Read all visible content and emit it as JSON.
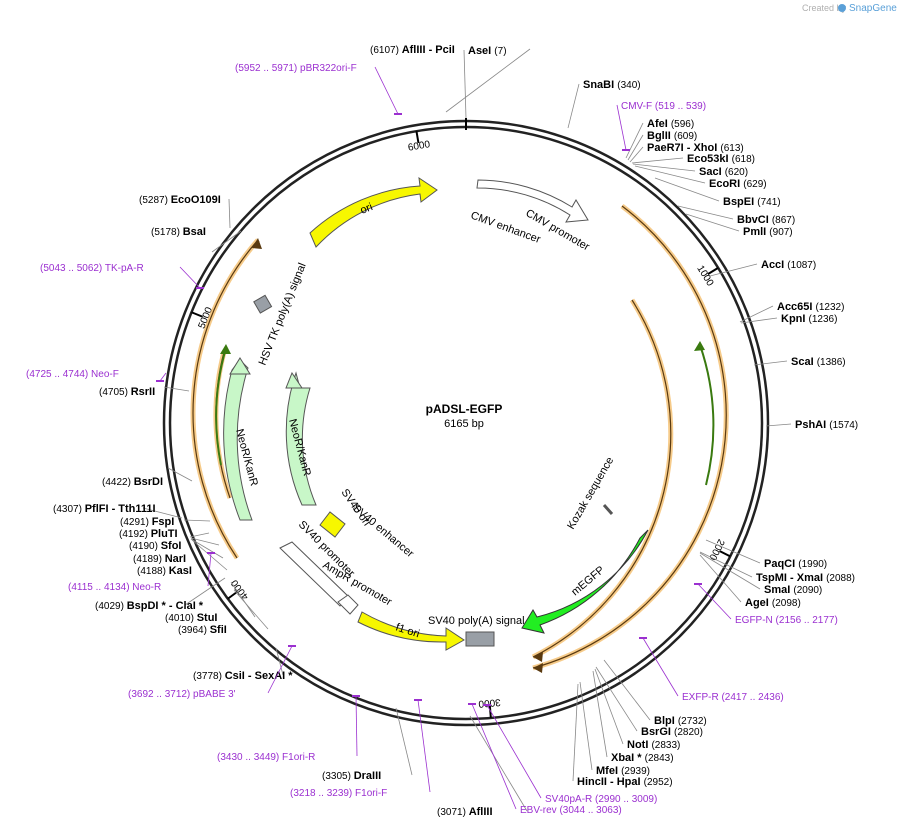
{
  "brand": {
    "created_by": "Created by",
    "app": "SnapGene"
  },
  "plasmid": {
    "name": "pADSL-EGFP",
    "length": "6165 bp",
    "total_bp": 6165
  },
  "ticks": [
    {
      "pos": 1000,
      "label": "1000"
    },
    {
      "pos": 2000,
      "label": "2000"
    },
    {
      "pos": 3000,
      "label": "3000"
    },
    {
      "pos": 4000,
      "label": "4000"
    },
    {
      "pos": 5000,
      "label": "5000"
    },
    {
      "pos": 6000,
      "label": "6000"
    }
  ],
  "enzymes": [
    {
      "name": "AseI",
      "pos": "(7)",
      "bp": 7
    },
    {
      "name": "SnaBI",
      "pos": "(340)",
      "bp": 340
    },
    {
      "name": "AfeI",
      "pos": "(596)",
      "bp": 596
    },
    {
      "name": "BglII",
      "pos": "(609)",
      "bp": 609
    },
    {
      "name": "PaeR7I  - XhoI",
      "pos": "(613)",
      "bp": 613
    },
    {
      "name": "Eco53kI",
      "pos": "(618)",
      "bp": 618
    },
    {
      "name": "SacI",
      "pos": "(620)",
      "bp": 620
    },
    {
      "name": "EcoRI",
      "pos": "(629)",
      "bp": 629
    },
    {
      "name": "BspEI",
      "pos": "(741)",
      "bp": 741
    },
    {
      "name": "BbvCI",
      "pos": "(867)",
      "bp": 867
    },
    {
      "name": "PmlI",
      "pos": "(907)",
      "bp": 907
    },
    {
      "name": "AccI",
      "pos": "(1087)",
      "bp": 1087
    },
    {
      "name": "Acc65I",
      "pos": "(1232)",
      "bp": 1232
    },
    {
      "name": "KpnI",
      "pos": "(1236)",
      "bp": 1236
    },
    {
      "name": "ScaI",
      "pos": "(1386)",
      "bp": 1386
    },
    {
      "name": "PshAI",
      "pos": "(1574)",
      "bp": 1574
    },
    {
      "name": "PaqCI",
      "pos": "(1990)",
      "bp": 1990
    },
    {
      "name": "TspMI  - XmaI",
      "pos": "(2088)",
      "bp": 2088
    },
    {
      "name": "SmaI",
      "pos": "(2090)",
      "bp": 2090
    },
    {
      "name": "AgeI",
      "pos": "(2098)",
      "bp": 2098
    },
    {
      "name": "BlpI",
      "pos": "(2732)",
      "bp": 2732
    },
    {
      "name": "BsrGI",
      "pos": "(2820)",
      "bp": 2820
    },
    {
      "name": "NotI",
      "pos": "(2833)",
      "bp": 2833
    },
    {
      "name": "XbaI *",
      "pos": "(2843)",
      "bp": 2843
    },
    {
      "name": "MfeI",
      "pos": "(2939)",
      "bp": 2939
    },
    {
      "name": "HincII  - HpaI",
      "pos": "(2952)",
      "bp": 2952
    },
    {
      "name": "AflIII",
      "pos": "(3071)",
      "bp": 3071
    },
    {
      "name": "DraIII",
      "pos": "(3305)",
      "bp": 3305
    },
    {
      "name": "CsiI  - SexAI *",
      "pos": "(3778)",
      "bp": 3778
    },
    {
      "name": "SfiI",
      "pos": "(3964)",
      "bp": 3964
    },
    {
      "name": "StuI",
      "pos": "(4010)",
      "bp": 4010
    },
    {
      "name": "BspDI *  - ClaI *",
      "pos": "(4029)",
      "bp": 4029
    },
    {
      "name": "KasI",
      "pos": "(4188)",
      "bp": 4188
    },
    {
      "name": "NarI",
      "pos": "(4189)",
      "bp": 4189
    },
    {
      "name": "SfoI",
      "pos": "(4190)",
      "bp": 4190
    },
    {
      "name": "PluTI",
      "pos": "(4192)",
      "bp": 4192
    },
    {
      "name": "FspI",
      "pos": "(4291)",
      "bp": 4291
    },
    {
      "name": "PflFI  - Tth111I",
      "pos": "(4307)",
      "bp": 4307
    },
    {
      "name": "BsrDI",
      "pos": "(4422)",
      "bp": 4422
    },
    {
      "name": "RsrII",
      "pos": "(4705)",
      "bp": 4705
    },
    {
      "name": "BsaI",
      "pos": "(5178)",
      "bp": 5178
    },
    {
      "name": "EcoO109I",
      "pos": "(5287)",
      "bp": 5287
    },
    {
      "name": "AflIII  - PciI",
      "pos": "(6107)",
      "bp": 6107
    }
  ],
  "primers": [
    {
      "name": "CMV-F",
      "range": "(519 .. 539)"
    },
    {
      "name": "EGFP-N",
      "range": "(2156 .. 2177)"
    },
    {
      "name": "EXFP-R",
      "range": "(2417 .. 2436)"
    },
    {
      "name": "SV40pA-R",
      "range": "(2990 .. 3009)"
    },
    {
      "name": "EBV-rev",
      "range": "(3044 .. 3063)"
    },
    {
      "name": "F1ori-F",
      "range": "(3218 .. 3239)"
    },
    {
      "name": "F1ori-R",
      "range": "(3430 .. 3449)"
    },
    {
      "name": "pBABE 3'",
      "range": "(3692 .. 3712)"
    },
    {
      "name": "Neo-R",
      "range": "(4115 .. 4134)"
    },
    {
      "name": "Neo-F",
      "range": "(4725 .. 4744)"
    },
    {
      "name": "TK-pA-R",
      "range": "(5043 .. 5062)"
    },
    {
      "name": "pBR322ori-F",
      "range": "(5952 .. 5971)"
    }
  ],
  "features": {
    "ori": "ori",
    "cmv_enhancer": "CMV enhancer",
    "cmv_promoter": "CMV promoter",
    "hsv_tk": "HSV TK poly(A) signal",
    "neo1": "NeoR/KanR",
    "neo2": "NeoR/KanR",
    "sv40_ori": "SV40 ori",
    "sv40_enh": "SV40 enhancer",
    "sv40_prom": "SV40 promoter",
    "ampr_prom": "AmpR promoter",
    "f1_ori": "f1 ori",
    "sv40_polya": "SV40 poly(A) signal",
    "megfp": "mEGFP",
    "kozak": "Kozak sequence"
  }
}
